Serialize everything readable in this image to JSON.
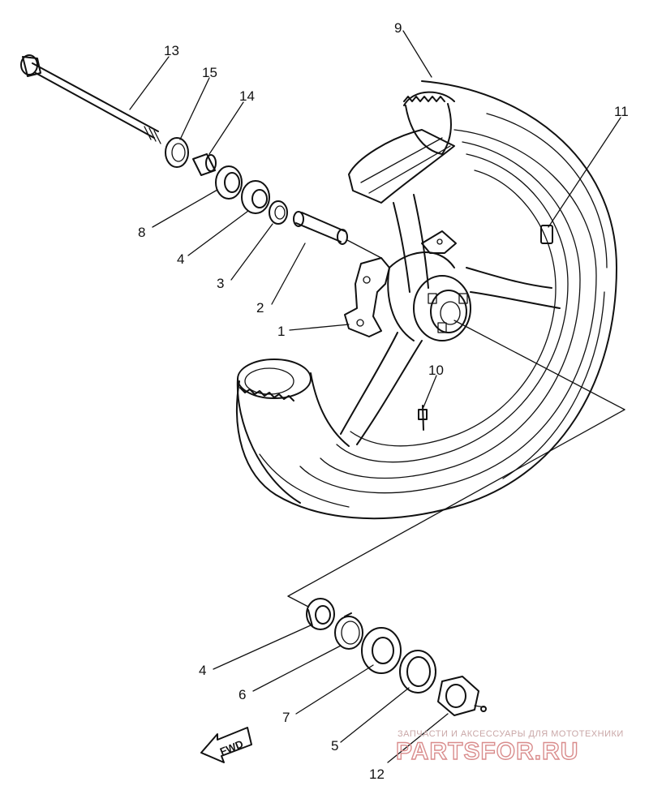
{
  "callouts": {
    "c1": "1",
    "c2": "2",
    "c3": "3",
    "c4a": "4",
    "c4b": "4",
    "c5": "5",
    "c6": "6",
    "c7": "7",
    "c8": "8",
    "c9": "9",
    "c10": "10",
    "c11": "11",
    "c12": "12",
    "c13": "13",
    "c14": "14",
    "c15": "15"
  },
  "fwd_label": "FWD",
  "watermark": {
    "tagline": "ЗАПЧАСТИ И АКСЕССУАРЫ ДЛЯ МОТОТЕХНИКИ",
    "brand": "PARTSFOR.RU",
    "color": "#d98c8c"
  }
}
